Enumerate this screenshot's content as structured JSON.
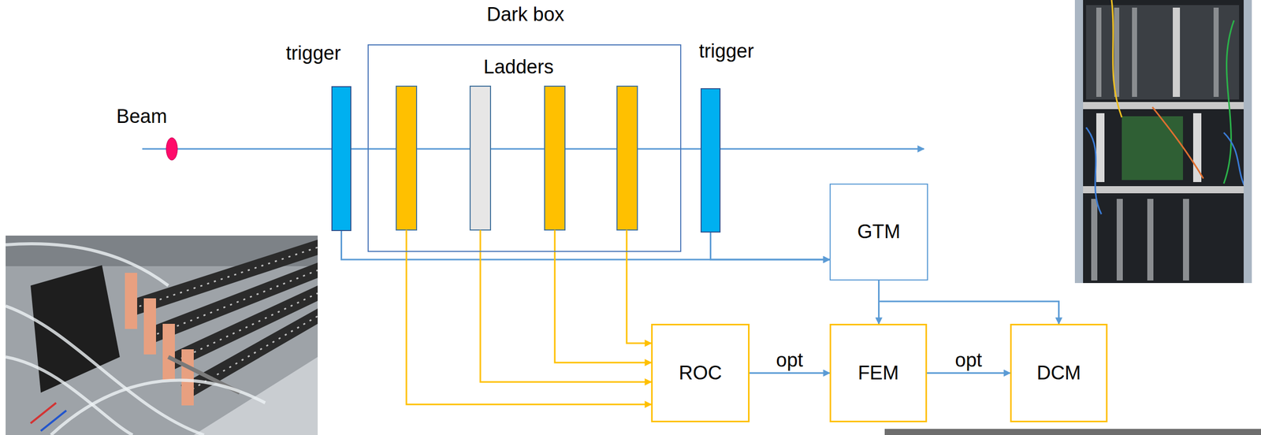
{
  "diagram": {
    "nodes": [
      {
        "text": [
          "trigger"
        ]
      },
      {
        "text": [
          "Dark box"
        ]
      },
      {
        "text": [
          "trigger"
        ]
      },
      {
        "text": [
          "GTM"
        ]
      },
      {
        "text": [
          "ROC"
        ]
      },
      {
        "text": [
          "FEM"
        ]
      },
      {
        "text": [
          "DCM"
        ]
      }
    ],
    "edges": [
      {
        "from": 0,
        "to": 3,
        "arrow": "to"
      },
      {
        "from": 2,
        "to": 3,
        "arrow": "to"
      },
      {
        "from": 1,
        "to": 4,
        "arrow": "to"
      },
      {
        "from": 1,
        "to": 4,
        "arrow": "to"
      },
      {
        "from": 1,
        "to": 4,
        "arrow": "to"
      },
      {
        "from": 1,
        "to": 4,
        "arrow": "to"
      },
      {
        "from": 4,
        "to": 5,
        "label": "opt",
        "arrow": "to"
      },
      {
        "from": 5,
        "to": 6,
        "label": "opt",
        "arrow": "to"
      },
      {
        "from": 3,
        "to": 5,
        "arrow": "to"
      },
      {
        "from": 3,
        "to": 6,
        "arrow": "to"
      }
    ],
    "labels": [
      "Beam",
      "Ladders"
    ]
  }
}
